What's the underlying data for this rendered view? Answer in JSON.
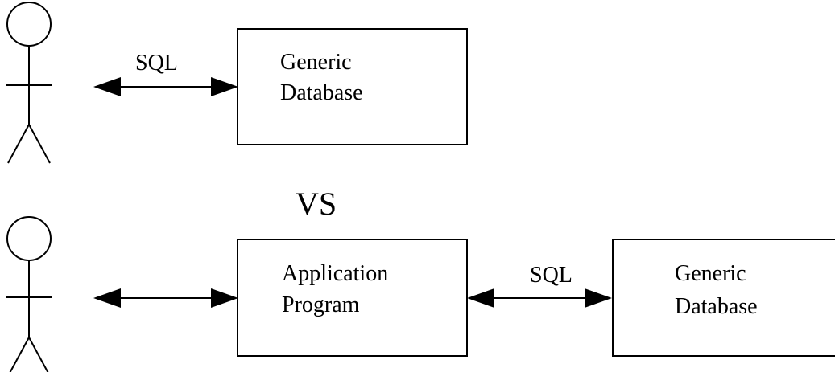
{
  "diagram_top": {
    "protocol_label": "SQL",
    "database_box": {
      "line1": "Generic",
      "line2": "Database"
    }
  },
  "separator": {
    "text": "VS"
  },
  "diagram_bottom": {
    "application_box": {
      "line1": "Application",
      "line2": "Program"
    },
    "protocol_label": "SQL",
    "database_box": {
      "line1": "Generic",
      "line2": "Database"
    }
  },
  "colors": {
    "stroke": "#000000",
    "background": "#ffffff"
  }
}
